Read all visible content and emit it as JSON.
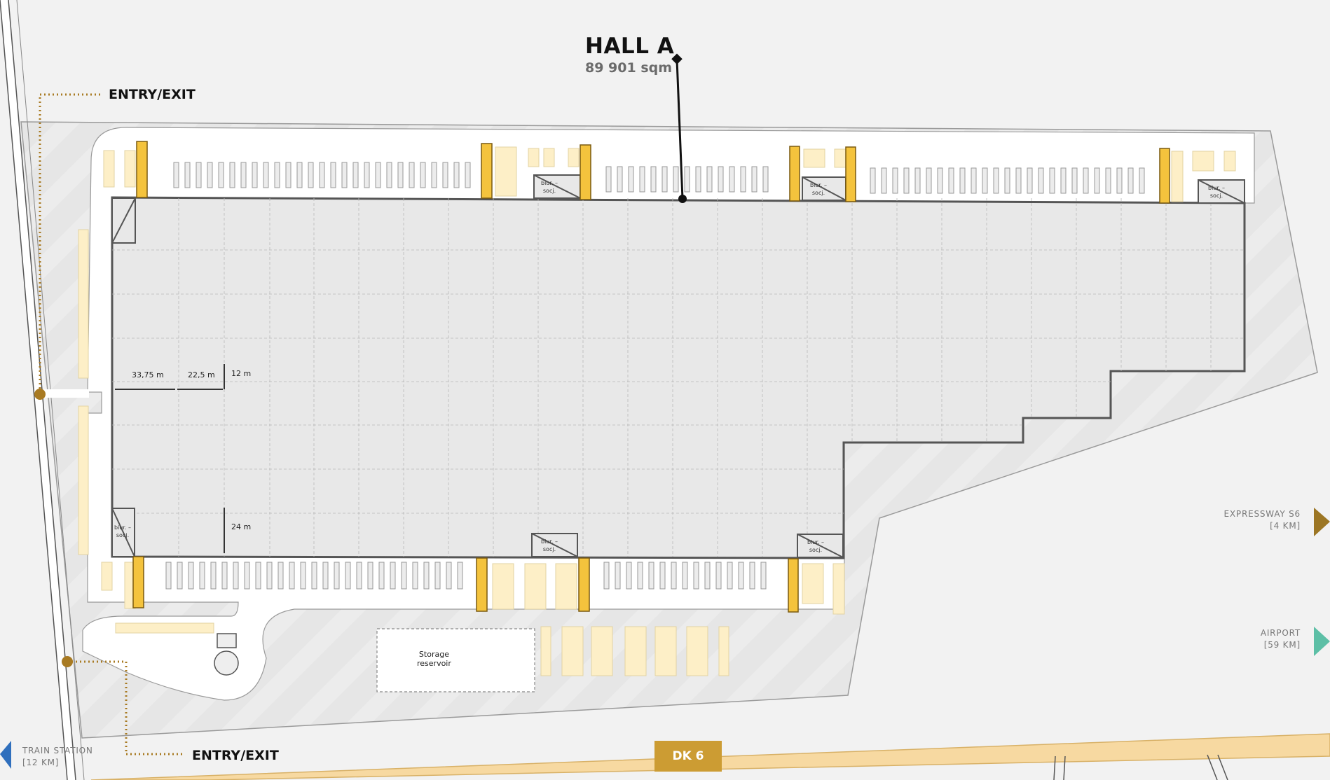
{
  "hall": {
    "title": "HALL A",
    "area": "89 901 sqm"
  },
  "entries": [
    {
      "label": "ENTRY/EXIT",
      "position": "top-left"
    },
    {
      "label": "ENTRY/EXIT",
      "position": "bottom"
    }
  ],
  "destinations": {
    "expressway": {
      "name": "EXPRESSWAY  S6",
      "distance": "[4 KM]",
      "color": "#9c7624",
      "arrow": "triangle-right-icon"
    },
    "airport": {
      "name": "AIRPORT",
      "distance": "[59 KM]",
      "color": "#5dbfa6",
      "arrow": "triangle-right-icon"
    },
    "train": {
      "name": "TRAIN  STATION",
      "distance": "[12 KM]",
      "color": "#2f6fbd",
      "arrow": "triangle-left-icon"
    }
  },
  "road": {
    "name": "DK 6",
    "fill": "#f7d9a1",
    "badge_color": "#cc9c33"
  },
  "dimensions": {
    "bay_width": "33,75  m",
    "column_spacing": "22,5  m",
    "column_depth": "12 m",
    "dock_depth": "24 m"
  },
  "office_label": {
    "line1": "biur. –",
    "line2": "socj."
  },
  "storage": {
    "line1": "Storage",
    "line2": "reservoir"
  },
  "colors": {
    "hall_fill": "#e8e8e8",
    "site_fill": "#e6e6e6",
    "dock_yellow": "#f4c33d",
    "parking_fill": "#fdefc7",
    "entry_dot": "#a87a22"
  }
}
